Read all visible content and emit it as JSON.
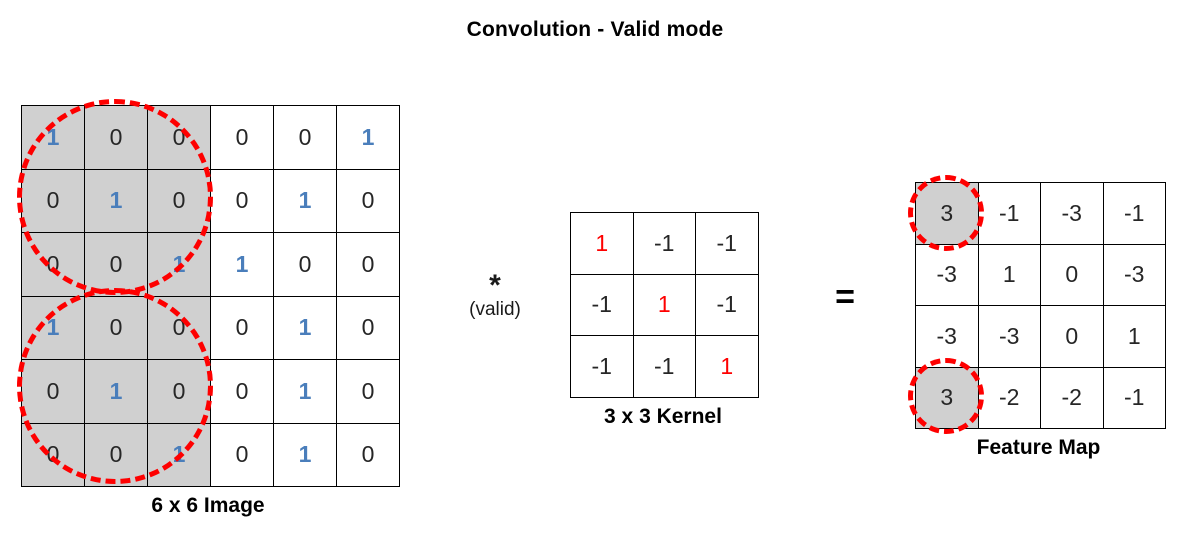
{
  "title": "Convolution - Valid mode",
  "image": {
    "caption": "6 x 6 Image",
    "rows": [
      [
        "1",
        "0",
        "0",
        "0",
        "0",
        "1"
      ],
      [
        "0",
        "1",
        "0",
        "0",
        "1",
        "0"
      ],
      [
        "0",
        "0",
        "1",
        "1",
        "0",
        "0"
      ],
      [
        "1",
        "0",
        "0",
        "0",
        "1",
        "0"
      ],
      [
        "0",
        "1",
        "0",
        "0",
        "1",
        "0"
      ],
      [
        "0",
        "0",
        "1",
        "0",
        "1",
        "0"
      ]
    ],
    "shaded_columns": [
      0,
      1,
      2
    ],
    "blue_cells": [
      [
        0,
        0
      ],
      [
        0,
        5
      ],
      [
        1,
        1
      ],
      [
        1,
        4
      ],
      [
        2,
        2
      ],
      [
        2,
        3
      ],
      [
        3,
        0
      ],
      [
        3,
        4
      ],
      [
        4,
        1
      ],
      [
        4,
        4
      ],
      [
        5,
        2
      ],
      [
        5,
        4
      ]
    ],
    "blue_color": "#4a7ebb",
    "shaded_color": "#d0d0d0"
  },
  "operator_conv": {
    "symbol": "*",
    "mode": "(valid)"
  },
  "kernel": {
    "caption": "3 x 3 Kernel",
    "rows": [
      [
        "1",
        "-1",
        "-1"
      ],
      [
        "-1",
        "1",
        "-1"
      ],
      [
        "-1",
        "-1",
        "1"
      ]
    ],
    "red_cells": [
      [
        0,
        0
      ],
      [
        1,
        1
      ],
      [
        2,
        2
      ]
    ],
    "red_color": "#fe0000"
  },
  "operator_equals": {
    "symbol": "="
  },
  "feature_map": {
    "caption": "Feature Map",
    "rows": [
      [
        "3",
        "-1",
        "-3",
        "-1"
      ],
      [
        "-3",
        "1",
        "0",
        "-3"
      ],
      [
        "-3",
        "-3",
        "0",
        "1"
      ],
      [
        "3",
        "-2",
        "-2",
        "-1"
      ]
    ],
    "shaded_cells": [
      [
        0,
        0
      ],
      [
        3,
        0
      ]
    ],
    "shaded_color": "#d0d0d0"
  },
  "highlights": {
    "circle_color": "#fe0000",
    "style": "dashed"
  }
}
